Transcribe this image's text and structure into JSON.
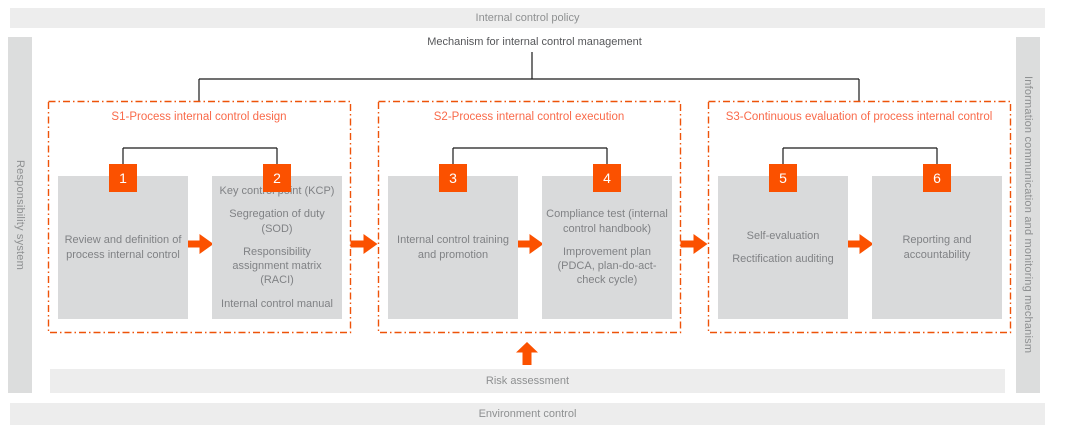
{
  "colors": {
    "orange": "#FB5100",
    "coral": "#F96A4A",
    "border-orange": "#EE5309",
    "bar-bg": "#EDEDED",
    "side-bar-bg": "#DCDDDD",
    "box-bg": "#D9DADB",
    "text-gray": "#808285",
    "bar-text": "#8E9091",
    "dark-text": "#56575A",
    "line-black": "#1A1A1A"
  },
  "icons": {
    "arrow_right": "block-arrow-right",
    "arrow_up": "block-arrow-up"
  },
  "top_bar": {
    "label": "Internal control policy"
  },
  "mechanism_label": "Mechanism for internal control management",
  "left_bar": {
    "label": "Responsibility system"
  },
  "right_bar": {
    "label": "Information communication and monitoring mechanism"
  },
  "sections": [
    {
      "title": "S1-Process internal control design",
      "steps": [
        {
          "number": "1",
          "lines": [
            "Review and definition of process internal control"
          ]
        },
        {
          "number": "2",
          "lines": [
            "Key control point (KCP)",
            "Segregation of duty (SOD)",
            "Responsibility assignment matrix (RACI)",
            "Internal control manual"
          ]
        }
      ]
    },
    {
      "title": "S2-Process internal control execution",
      "steps": [
        {
          "number": "3",
          "lines": [
            "Internal control training and promotion"
          ]
        },
        {
          "number": "4",
          "lines": [
            "Compliance test (internal control handbook)",
            "Improvement plan (PDCA, plan-do-act-check cycle)"
          ]
        }
      ]
    },
    {
      "title": "S3-Continuous evaluation of process internal control",
      "steps": [
        {
          "number": "5",
          "lines": [
            "Self-evaluation",
            "Rectification auditing"
          ]
        },
        {
          "number": "6",
          "lines": [
            "Reporting and accountability"
          ]
        }
      ]
    }
  ],
  "risk_bar": {
    "label": "Risk assessment"
  },
  "environment_bar": {
    "label": "Environment control"
  }
}
